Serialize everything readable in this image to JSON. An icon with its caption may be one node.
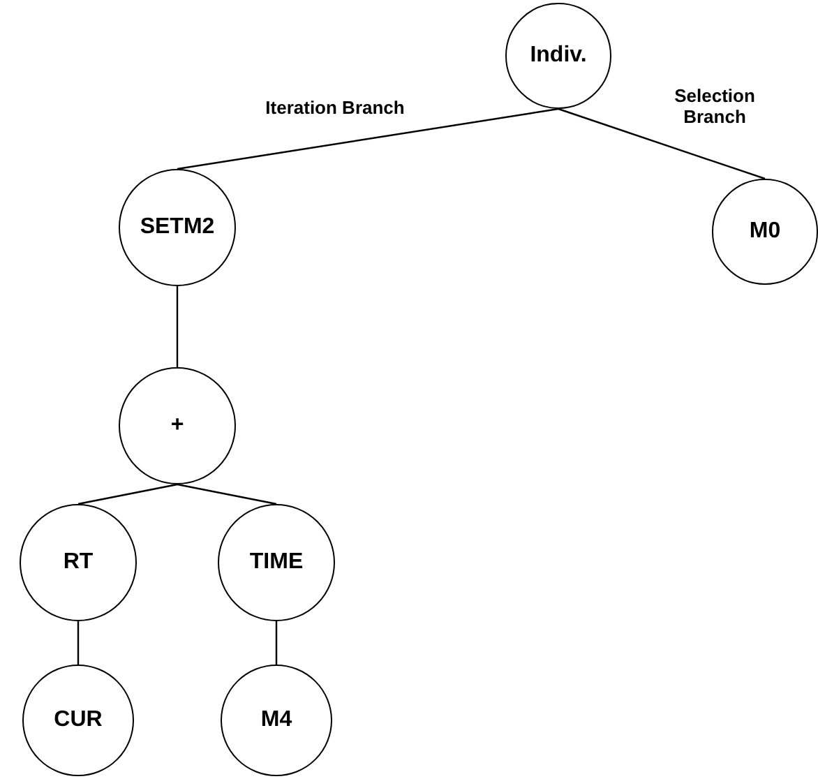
{
  "diagram": {
    "nodes": [
      {
        "text": [
          "Indiv."
        ]
      },
      {
        "text": [
          "SETM2"
        ]
      },
      {
        "text": [
          "M0"
        ]
      },
      {
        "text": [
          "+"
        ]
      },
      {
        "text": [
          "RT"
        ]
      },
      {
        "text": [
          "TIME"
        ]
      },
      {
        "text": [
          "CUR"
        ]
      },
      {
        "text": [
          "M4"
        ]
      }
    ],
    "edges": [
      {
        "from": 0,
        "to": 1,
        "arrow": "none",
        "label": "Iteration Branch"
      },
      {
        "from": 0,
        "to": 2,
        "arrow": "none",
        "label": "Selection Branch"
      },
      {
        "from": 1,
        "to": 3,
        "arrow": "none"
      },
      {
        "from": 3,
        "to": 4,
        "arrow": "none"
      },
      {
        "from": 3,
        "to": 5,
        "arrow": "none"
      },
      {
        "from": 4,
        "to": 6,
        "arrow": "none"
      },
      {
        "from": 5,
        "to": 7,
        "arrow": "none"
      }
    ]
  }
}
